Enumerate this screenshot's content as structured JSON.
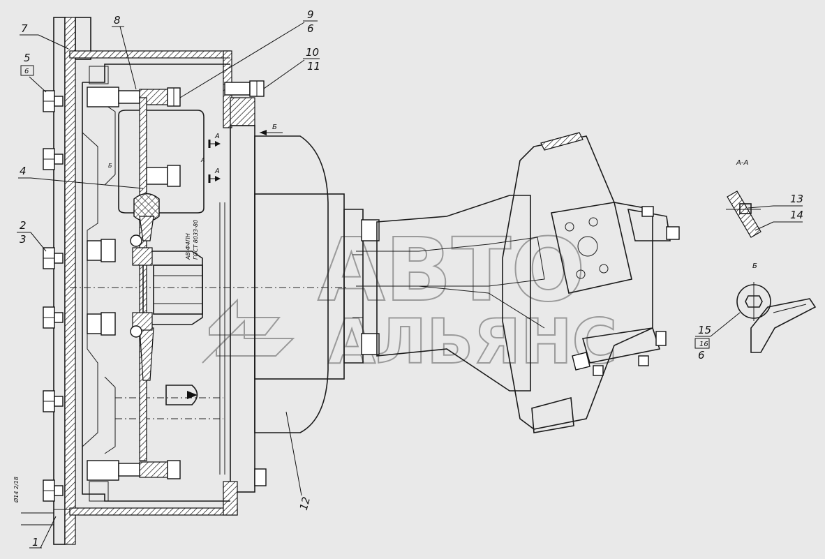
{
  "callouts": {
    "c1": "1",
    "c2": "2",
    "c3": "3",
    "c4": "4",
    "c5": "5",
    "c6": "6",
    "c7": "7",
    "c8": "8",
    "c9": "9",
    "c9b": "6",
    "c10": "10",
    "c11": "11",
    "c12": "12",
    "c13": "13",
    "c14": "14",
    "c15": "15",
    "c16": "16",
    "c16b": "6"
  },
  "section_labels": {
    "aa_title": "А-А",
    "b_title": "Б",
    "arrow_b": "Б",
    "mark_a_top": "А",
    "mark_a_bottom": "А",
    "small_a_mark": "А",
    "small_b_mark": "Б"
  },
  "annotations": {
    "dimension": "Ø14 2/18",
    "vertical_note_1": "АВ-Ф4ПН",
    "vertical_note_2": "ГОСТ 8033-80"
  },
  "watermark": {
    "line1": "АВТО",
    "line2": "АЛЬЯНС"
  }
}
